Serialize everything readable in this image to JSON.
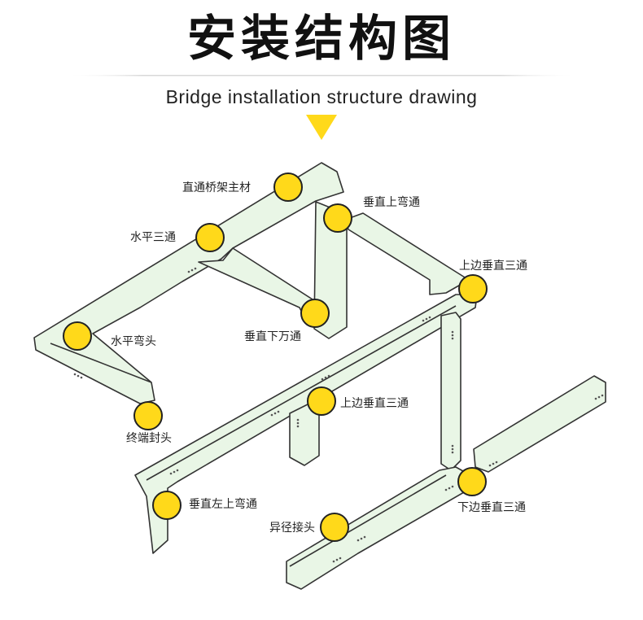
{
  "header": {
    "title": "安装结构图",
    "subtitle": "Bridge installation structure drawing"
  },
  "colors": {
    "tray_fill": "#e9f6e6",
    "tray_stroke": "#333333",
    "marker": "#ffd91a",
    "marker_stroke": "#222222",
    "arrow": "#ffd91a"
  },
  "labels": {
    "straight_main": "直通桥架主材",
    "vertical_up_elbow": "垂直上弯通",
    "horizontal_tee": "水平三通",
    "top_vertical_tee_right": "上边垂直三通",
    "horizontal_elbow": "水平弯头",
    "vertical_down_tee": "垂直下万通",
    "top_vertical_tee_center": "上边垂直三通",
    "end_cap": "终端封头",
    "vertical_left_up_elbow": "垂直左上弯通",
    "bottom_vertical_tee": "下边垂直三通",
    "reducer": "异径接头"
  }
}
